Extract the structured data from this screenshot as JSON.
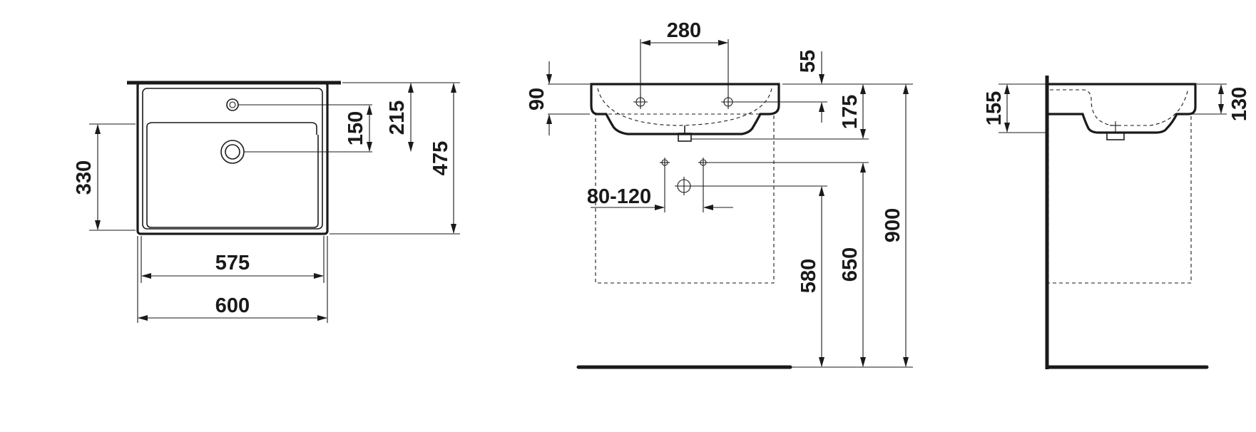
{
  "top_view": {
    "dims": {
      "depth_330": "330",
      "tap_hole_to_waste_150": "150",
      "tap_hole_to_front_215": "215",
      "total_depth_475": "475",
      "inner_width_575": "575",
      "total_width_600": "600"
    }
  },
  "front_view": {
    "dims": {
      "tap_spacing_280": "280",
      "tap_height_55": "55",
      "basin_height_90": "90",
      "waste_height_175": "175",
      "water_supply_spacing": "80-120",
      "waste_outlet_height_580": "580",
      "water_supply_height_650": "650",
      "rim_height_900": "900"
    }
  },
  "side_view": {
    "dims": {
      "total_height_155": "155",
      "basin_depth_130": "130"
    }
  },
  "colors": {
    "line": "#1a1a1a",
    "background": "#ffffff"
  }
}
